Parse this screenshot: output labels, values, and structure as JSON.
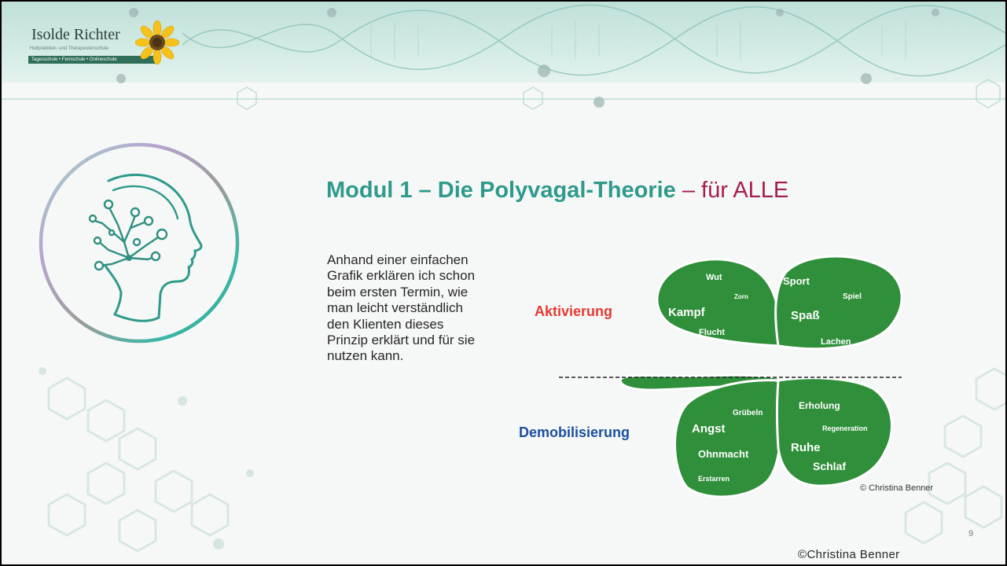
{
  "logo": {
    "name": "Isolde Richter",
    "subtitle": "Heilpraktiker- und Therapeutenschule",
    "strip": "Tagesschule • Fernschule • Onlineschule"
  },
  "slide": {
    "title_main": "Modul 1 – Die Polyvagal-Theorie",
    "title_dash": " – ",
    "title_suffix": "für ALLE",
    "body": "Anhand einer einfachen Grafik erklären ich schon beim ersten Termin, wie man leicht verständlich den Klienten dieses Prinzip erklärt und für sie nutzen kann.",
    "slide_number": "9",
    "footer_copyright": "©Christina Benner"
  },
  "graphic": {
    "label_top": "Aktivierung",
    "label_bottom": "Demobilisierung",
    "top_left_leaf": [
      "Wut",
      "Zorn",
      "Kampf",
      "Flucht"
    ],
    "top_right_leaf": [
      "Sport",
      "Spiel",
      "Spaß",
      "Lachen"
    ],
    "bottom_left_leaf": [
      "Grübeln",
      "Angst",
      "Ohnmacht",
      "Erstarren"
    ],
    "bottom_right_leaf": [
      "Erholung",
      "Regeneration",
      "Ruhe",
      "Schlaf"
    ],
    "credit": "© Christina Benner",
    "colors": {
      "aktivierung": "#e53935",
      "demobilisierung": "#1c4fa0",
      "leaf": "#2f8f3a",
      "title_teal": "#2f9a8b",
      "title_accent": "#a51d52"
    }
  }
}
